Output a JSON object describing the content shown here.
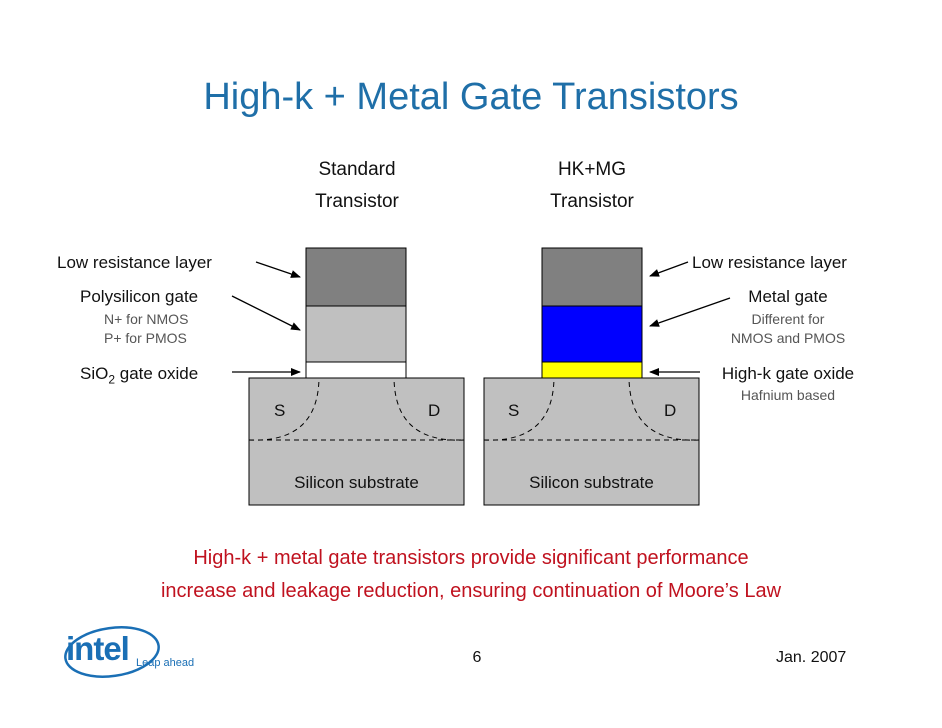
{
  "slide": {
    "title": "High-k + Metal Gate Transistors",
    "page_number": "6",
    "date": "Jan. 2007"
  },
  "standard": {
    "heading_line1": "Standard",
    "heading_line2": "Transistor",
    "low_resistance_label": "Low resistance layer",
    "gate_label": "Polysilicon gate",
    "gate_note_line1": "N+ for NMOS",
    "gate_note_line2": "P+ for PMOS",
    "oxide_label_prefix": "SiO",
    "oxide_label_subscript": "2",
    "oxide_label_suffix": " gate oxide",
    "source": "S",
    "drain": "D",
    "substrate": "Silicon substrate"
  },
  "hkmg": {
    "heading_line1": "HK+MG",
    "heading_line2": "Transistor",
    "low_resistance_label": "Low resistance layer",
    "gate_label": "Metal gate",
    "gate_note_line1": "Different for",
    "gate_note_line2": "NMOS and PMOS",
    "oxide_label": "High-k gate oxide",
    "oxide_note": "Hafnium based",
    "source": "S",
    "drain": "D",
    "substrate": "Silicon substrate"
  },
  "conclusion": {
    "line1": "High-k + metal gate transistors provide significant performance",
    "line2": "increase and leakage reduction, ensuring continuation of Moore’s Law"
  },
  "logo": {
    "brand": "intel",
    "tagline": "Leap ahead"
  },
  "colors": {
    "title": "#1f6fa8",
    "conclusion": "#c0121f",
    "low_resistance_layer": "#808080",
    "polysilicon_gate": "#c0c0c0",
    "metal_gate": "#0000ff",
    "high_k_oxide": "#ffff00",
    "substrate": "#c0c0c0",
    "logo": "#1a6fb5"
  }
}
